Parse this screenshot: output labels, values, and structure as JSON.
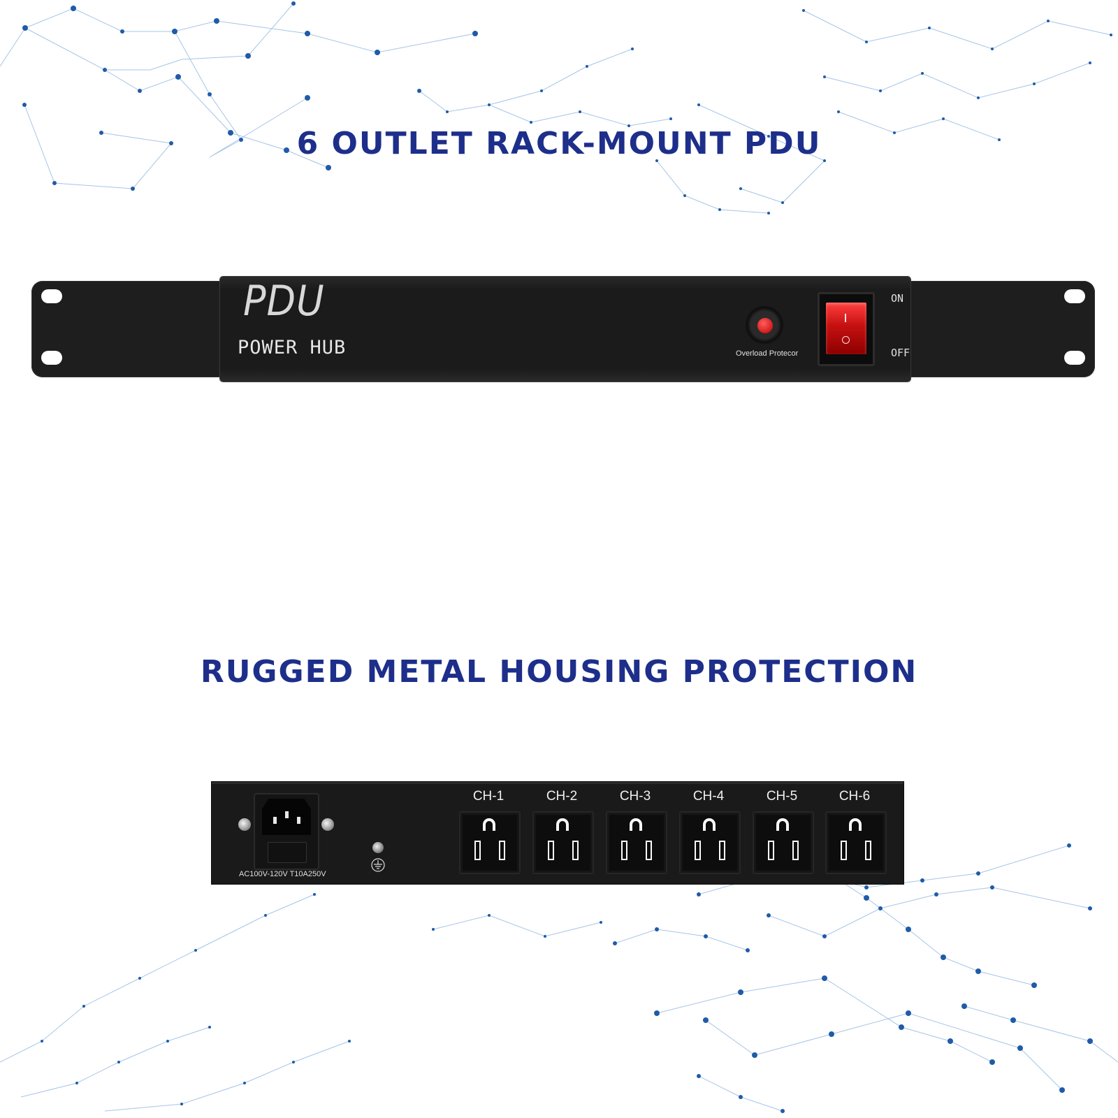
{
  "headlines": {
    "top": "6 OUTLET RACK-MOUNT PDU",
    "middle": "RUGGED METAL HOUSING PROTECTION"
  },
  "front_panel": {
    "brand": "PDU",
    "subtitle": "POWER HUB",
    "overload_label": "Overload Protecor",
    "switch_on": "ON",
    "switch_off": "OFF",
    "switch_mark_on": "I",
    "switch_mark_off": "O"
  },
  "rear_panel": {
    "rating": "AC100V-120V T10A250V",
    "channels": [
      "CH-1",
      "CH-2",
      "CH-3",
      "CH-4",
      "CH-5",
      "CH-6"
    ]
  },
  "colors": {
    "headline": "#1d2f8a",
    "network": "#3a6fb5",
    "switch_red": "#d41414"
  },
  "icons": {
    "ground": "ground-symbol-icon",
    "screw": "screw-icon",
    "outlet": "nema-5-15-outlet-icon"
  }
}
